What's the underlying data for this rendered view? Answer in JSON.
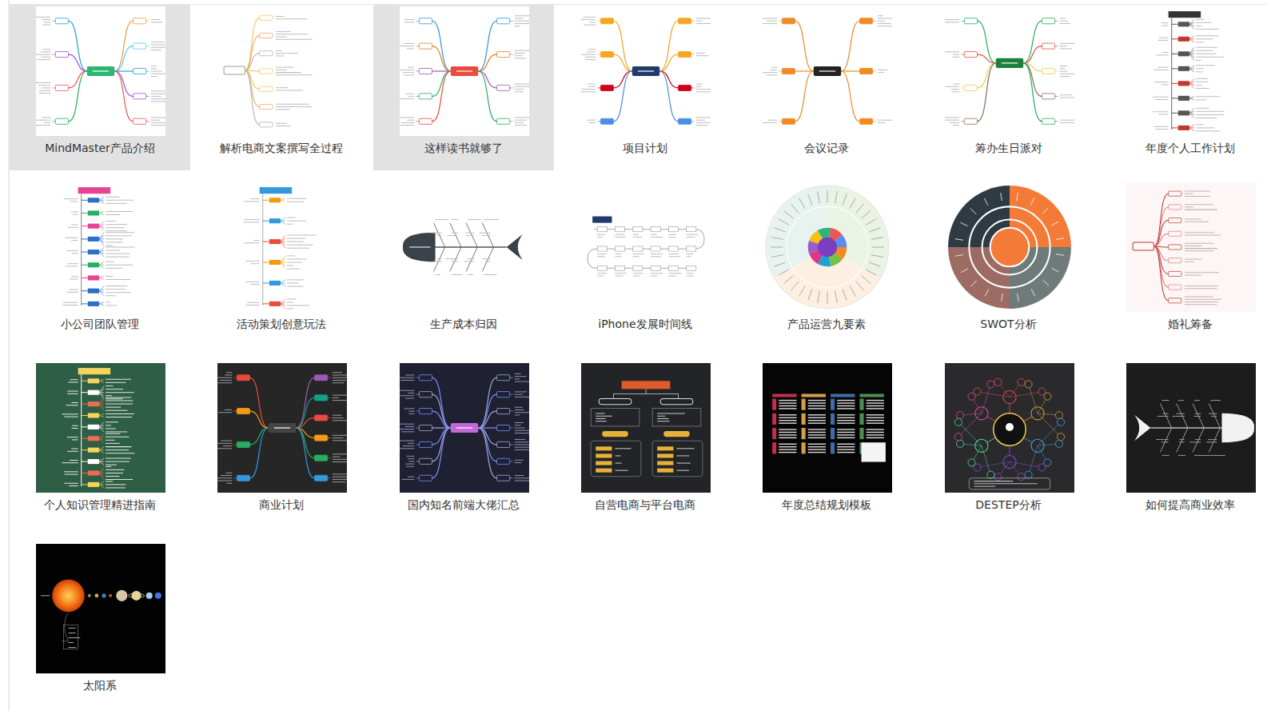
{
  "diagram": {
    "nodes": [
      {
        "text": [
          "MindMaster产品介绍"
        ]
      },
      {
        "text": [
          "解析电商文案撰写全过程"
        ]
      },
      {
        "text": [
          "这样读书就够了"
        ]
      },
      {
        "text": [
          "项目计划"
        ]
      },
      {
        "text": [
          "会议记录"
        ]
      },
      {
        "text": [
          "筹办生日派对"
        ]
      },
      {
        "text": [
          "年度个人工作计划"
        ]
      },
      {
        "text": [
          "小公司团队管理"
        ]
      },
      {
        "text": [
          "活动策划创意玩法"
        ]
      },
      {
        "text": [
          "生产成本归因"
        ]
      },
      {
        "text": [
          "iPhone发展时间线"
        ]
      },
      {
        "text": [
          "产品运营九要素"
        ]
      },
      {
        "text": [
          "SWOT分析"
        ]
      },
      {
        "text": [
          "婚礼筹备"
        ]
      },
      {
        "text": [
          "个人知识管理精进指南"
        ]
      },
      {
        "text": [
          "商业计划"
        ]
      },
      {
        "text": [
          "国内知名前端大佬汇总"
        ]
      },
      {
        "text": [
          "自营电商与平台电商"
        ]
      },
      {
        "text": [
          "年度总结规划模板"
        ]
      },
      {
        "text": [
          "DESTEP分析"
        ]
      },
      {
        "text": [
          "如何提高商业效率"
        ]
      },
      {
        "text": [
          "太阳系"
        ]
      }
    ]
  }
}
